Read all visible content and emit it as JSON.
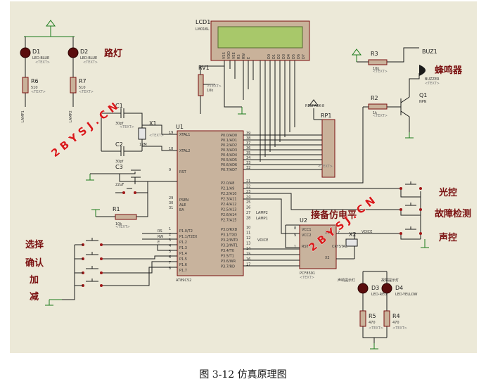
{
  "caption": "图 3-12  仿真原理图",
  "labels": {
    "lcd": "LCD1",
    "lcd_model": "LM016L",
    "rv1": "RV1",
    "u1": "U1",
    "u1_model": "AT89C52",
    "u2": "U2",
    "u2_model": "PCF8591",
    "rp1": "RP1",
    "rp1_model": "RESPACK-8",
    "buz": "BUZ1",
    "buz_model": "BUZZER",
    "q1": "Q1",
    "q1_model": "NPN",
    "r1": "R1",
    "r1_val": "10k",
    "r2": "R2",
    "r2_val": "1k",
    "r3": "R3",
    "r3_val": "10k",
    "r4": "R4",
    "r4_val": "470",
    "r5": "R5",
    "r5_val": "470",
    "r6": "R6",
    "r6_val": "510",
    "r7": "R7",
    "r7_val": "510",
    "c1": "C1",
    "c1_val": "30pf",
    "c2": "C2",
    "c2_val": "30pf",
    "c3": "C3",
    "c3_val": "22uF",
    "x1": "X1",
    "x1_val": "12M",
    "x2": "X2",
    "x2_val": "CRYSTAL",
    "d1": "D1",
    "d1_model": "LED-BLUE",
    "d2": "D2",
    "d2_model": "LED-BLUE",
    "d3": "D3",
    "d3_model": "LED-RED",
    "d4": "D4",
    "d4_model": "LED-YELLOW",
    "lamp1": "LAMP1",
    "lamp2": "LAMP2",
    "voice": "VOICE",
    "text_tag": "<TEXT>"
  },
  "u1_pins_left": [
    "XTAL1",
    "XTAL2",
    "RST",
    "PSEN",
    "ALE",
    "EA",
    "P1.0/T2",
    "P1.1/T2EX",
    "P1.2",
    "P1.3",
    "P1.4",
    "P1.5",
    "P1.6",
    "P1.7"
  ],
  "u1_pins_left_nums": [
    "19",
    "18",
    "9",
    "29",
    "30",
    "31",
    "1",
    "2",
    "3",
    "4",
    "5",
    "6",
    "7",
    "8"
  ],
  "u1_pins_right": [
    "P0.0/AD0",
    "P0.1/AD1",
    "P0.2/AD2",
    "P0.3/AD3",
    "P0.4/AD4",
    "P0.5/AD5",
    "P0.6/AD6",
    "P0.7/AD7",
    "P2.0/A8",
    "P2.1/A9",
    "P2.2/A10",
    "P2.3/A11",
    "P2.4/A12",
    "P2.5/A13",
    "P2.6/A14",
    "P2.7/A15",
    "P3.0/RXD",
    "P3.1/TXD",
    "P3.2/INT0",
    "P3.3/INT1",
    "P3.4/T0",
    "P3.5/T1",
    "P3.6/WR",
    "P3.7/RD"
  ],
  "u1_pins_right_nums": [
    "39",
    "38",
    "37",
    "36",
    "35",
    "34",
    "33",
    "32",
    "21",
    "22",
    "23",
    "24",
    "25",
    "26",
    "27",
    "28",
    "10",
    "11",
    "12",
    "13",
    "14",
    "15",
    "16",
    "17"
  ],
  "lcd_pins": [
    "VSS",
    "VDD",
    "VEE",
    "RS",
    "RW",
    "E",
    "D0",
    "D1",
    "D2",
    "D3",
    "D4",
    "D5",
    "D6",
    "D7"
  ],
  "u2_pins": [
    "VCC1",
    "VCC2",
    "X1",
    "RST",
    "X2"
  ],
  "u2_pin_nums": [
    "8",
    "9",
    "7",
    "1"
  ],
  "lcd_ctrl": [
    "RS",
    "RW",
    "E"
  ],
  "zh_labels": {
    "road_lamp": "路灯",
    "buzzer": "蜂鸣器",
    "light_ctrl": "光控",
    "fault_detect": "故障检测",
    "sound_ctrl": "声控",
    "adc": "接备仿电平",
    "select": "选择",
    "confirm": "确认",
    "add": "加",
    "sub": "减",
    "d3_note": "声响提示灯",
    "d4_note": "故障提示灯"
  },
  "watermark": "2 B Y S J . C N"
}
